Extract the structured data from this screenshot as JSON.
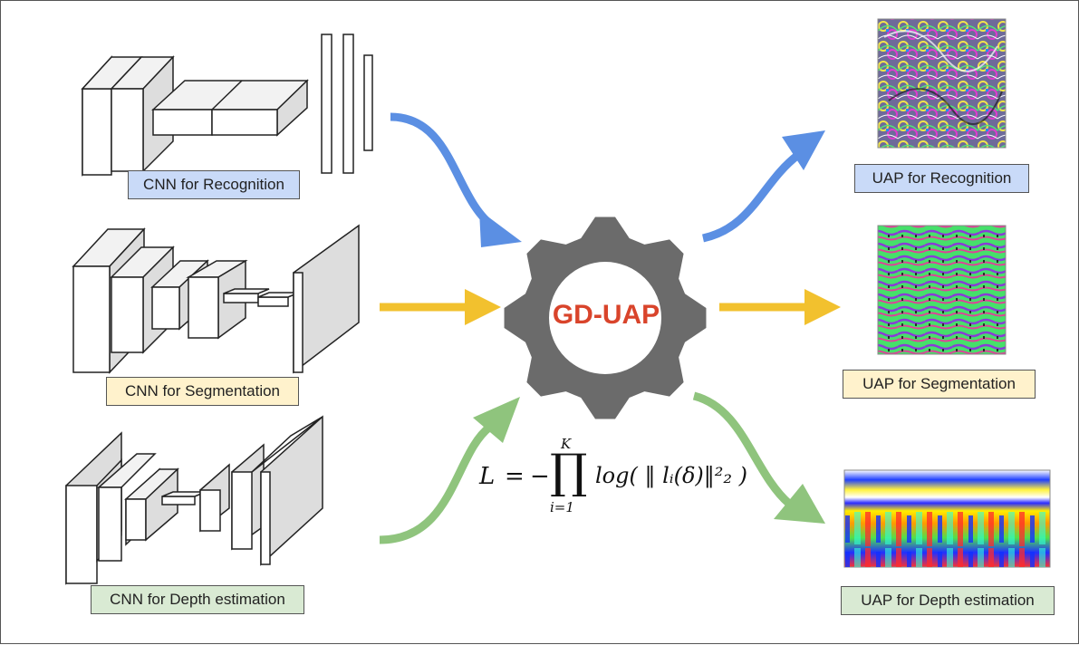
{
  "colors": {
    "blue_arrow": "#5b8fe3",
    "yellow_arrow": "#f2c12e",
    "green_arrow": "#8fc47d",
    "gear": "#6b6b6b",
    "gear_text": "#d9442b",
    "label_blue": "#c9daf8",
    "label_yellow": "#fff2cc",
    "label_green": "#d9ead3"
  },
  "inputs": {
    "recognition_label": "CNN for Recognition",
    "segmentation_label": "CNN for Segmentation",
    "depth_label": "CNN for Depth estimation"
  },
  "gear": {
    "title": "GD-UAP"
  },
  "loss": {
    "lhs": "L",
    "eq": "=",
    "minus": "−",
    "prod": "∏",
    "upper": "K",
    "lower": "i=1",
    "body": "log( ‖ lᵢ(δ)‖²₂ )"
  },
  "outputs": {
    "recognition_label": "UAP for Recognition",
    "segmentation_label": "UAP for Segmentation",
    "depth_label": "UAP for Depth estimation"
  },
  "icons": {
    "gear": "gear-icon",
    "arrows": [
      "arrow-blue-in",
      "arrow-yellow-in",
      "arrow-green-in",
      "arrow-blue-out",
      "arrow-yellow-out",
      "arrow-green-out"
    ]
  }
}
